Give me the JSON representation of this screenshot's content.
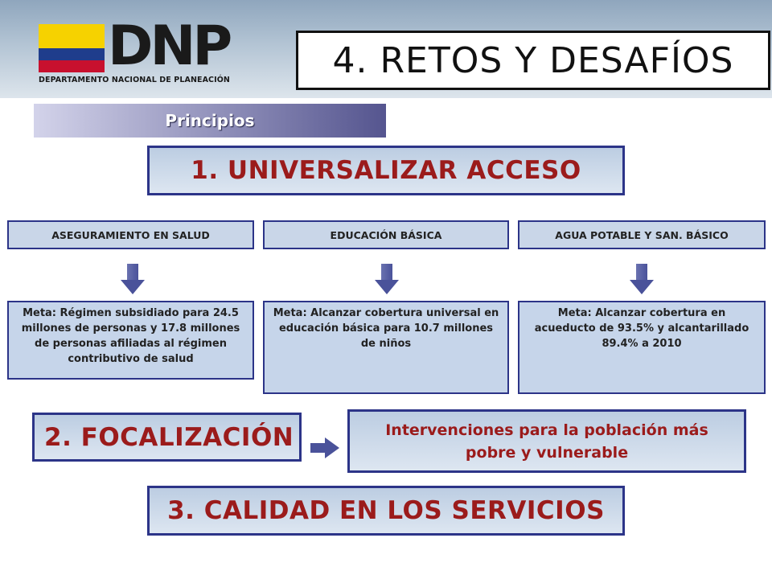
{
  "header": {
    "logo_text": "DNP",
    "logo_subtitle": "DEPARTAMENTO NACIONAL DE PLANEACIÓN",
    "title": "4. RETOS Y DESAFÍOS",
    "flag_colors": [
      "#f6d200",
      "#1f3d8c",
      "#c8102e"
    ]
  },
  "section_label": "Principios",
  "principle_1": {
    "title": "1. UNIVERSALIZAR ACCESO",
    "categories": [
      {
        "label": "ASEGURAMIENTO EN SALUD",
        "meta": "Meta: Régimen subsidiado para 24.5 millones de personas y 17.8 millones de personas afiliadas al régimen contributivo de salud"
      },
      {
        "label": "EDUCACIÓN BÁSICA",
        "meta": "Meta: Alcanzar cobertura universal en educación básica para 10.7 millones de niños"
      },
      {
        "label": "AGUA POTABLE Y SAN. BÁSICO",
        "meta": "Meta: Alcanzar cobertura en acueducto de 93.5% y alcantarillado 89.4% a 2010"
      }
    ]
  },
  "principle_2": {
    "title": "2. FOCALIZACIÓN",
    "detail": "Intervenciones para la población más pobre y vulnerable"
  },
  "principle_3": {
    "title": "3. CALIDAD EN LOS SERVICIOS"
  },
  "colors": {
    "accent_red": "#9b1b1b",
    "border_navy": "#2c3488",
    "box_fill": "#c6d5ea"
  }
}
